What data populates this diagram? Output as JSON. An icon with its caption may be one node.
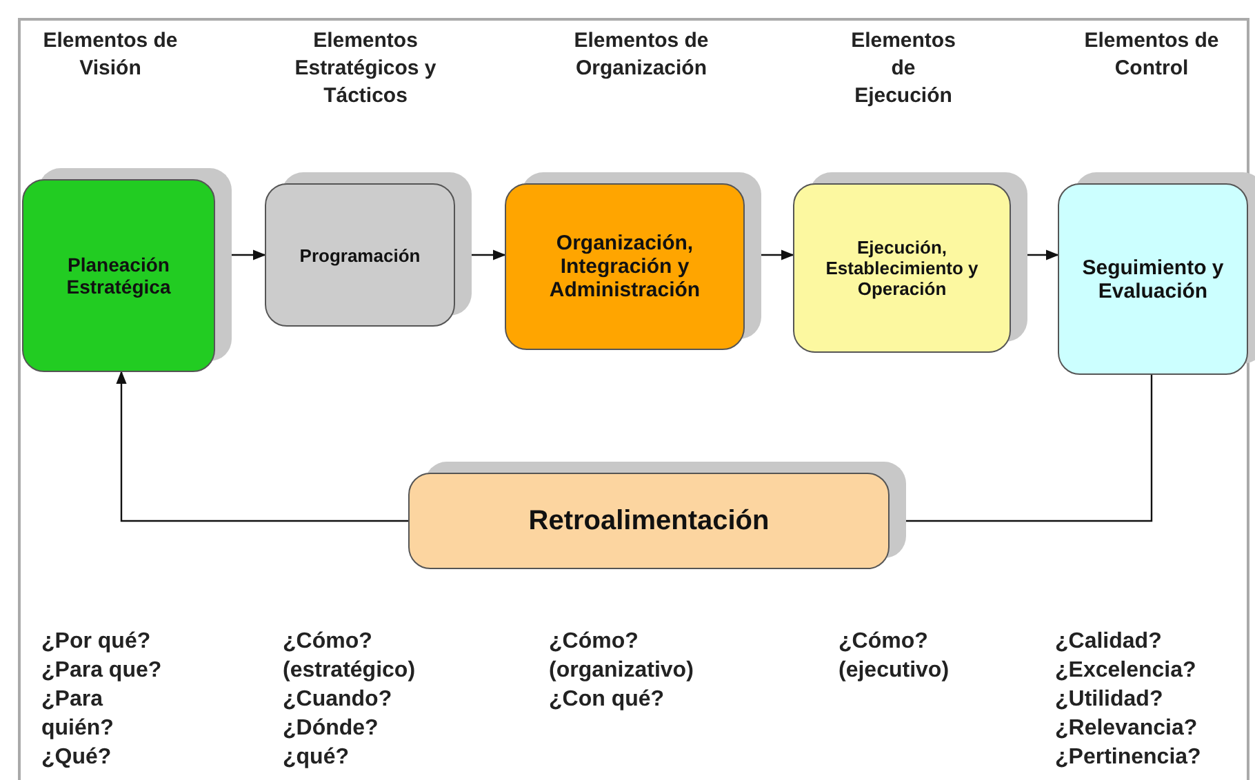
{
  "diagram": {
    "nodes": [
      {
        "text": [
          "Planeación Estratégica"
        ]
      },
      {
        "text": [
          "Programación"
        ]
      },
      {
        "text": [
          "Organización, Integración y Administración"
        ]
      },
      {
        "text": [
          "Ejecución, Establecimiento y Operación"
        ]
      },
      {
        "text": [
          "Seguimiento y Evaluación"
        ]
      },
      {
        "text": [
          "Retroalimentación"
        ]
      }
    ],
    "edges": [
      {
        "from": 0,
        "to": 1,
        "arrow": "to"
      },
      {
        "from": 1,
        "to": 2,
        "arrow": "to"
      },
      {
        "from": 2,
        "to": 3,
        "arrow": "to"
      },
      {
        "from": 3,
        "to": 4,
        "arrow": "to"
      },
      {
        "from": 4,
        "to": 5,
        "arrow": "to"
      },
      {
        "from": 5,
        "to": 0,
        "arrow": "to"
      }
    ],
    "labels": [
      "Elementos de Visión",
      "Elementos Estratégicos y Tácticos",
      "Elementos de Organización",
      "Elementos de Ejecución",
      "Elementos de Control",
      "¿Por qué?",
      "¿Para que?",
      "¿Para quién?",
      "¿Qué?",
      "¿Cómo?",
      "(estratégico)",
      "¿Cuando?",
      "¿Dónde?",
      "¿qué?",
      "¿Cómo?",
      "(organizativo)",
      "¿Con qué?",
      "¿Cómo?",
      "(ejecutivo)",
      "¿Calidad?",
      "¿Excelencia?",
      "¿Utilidad?",
      "¿Relevancia?",
      "¿Pertinencia?"
    ]
  }
}
